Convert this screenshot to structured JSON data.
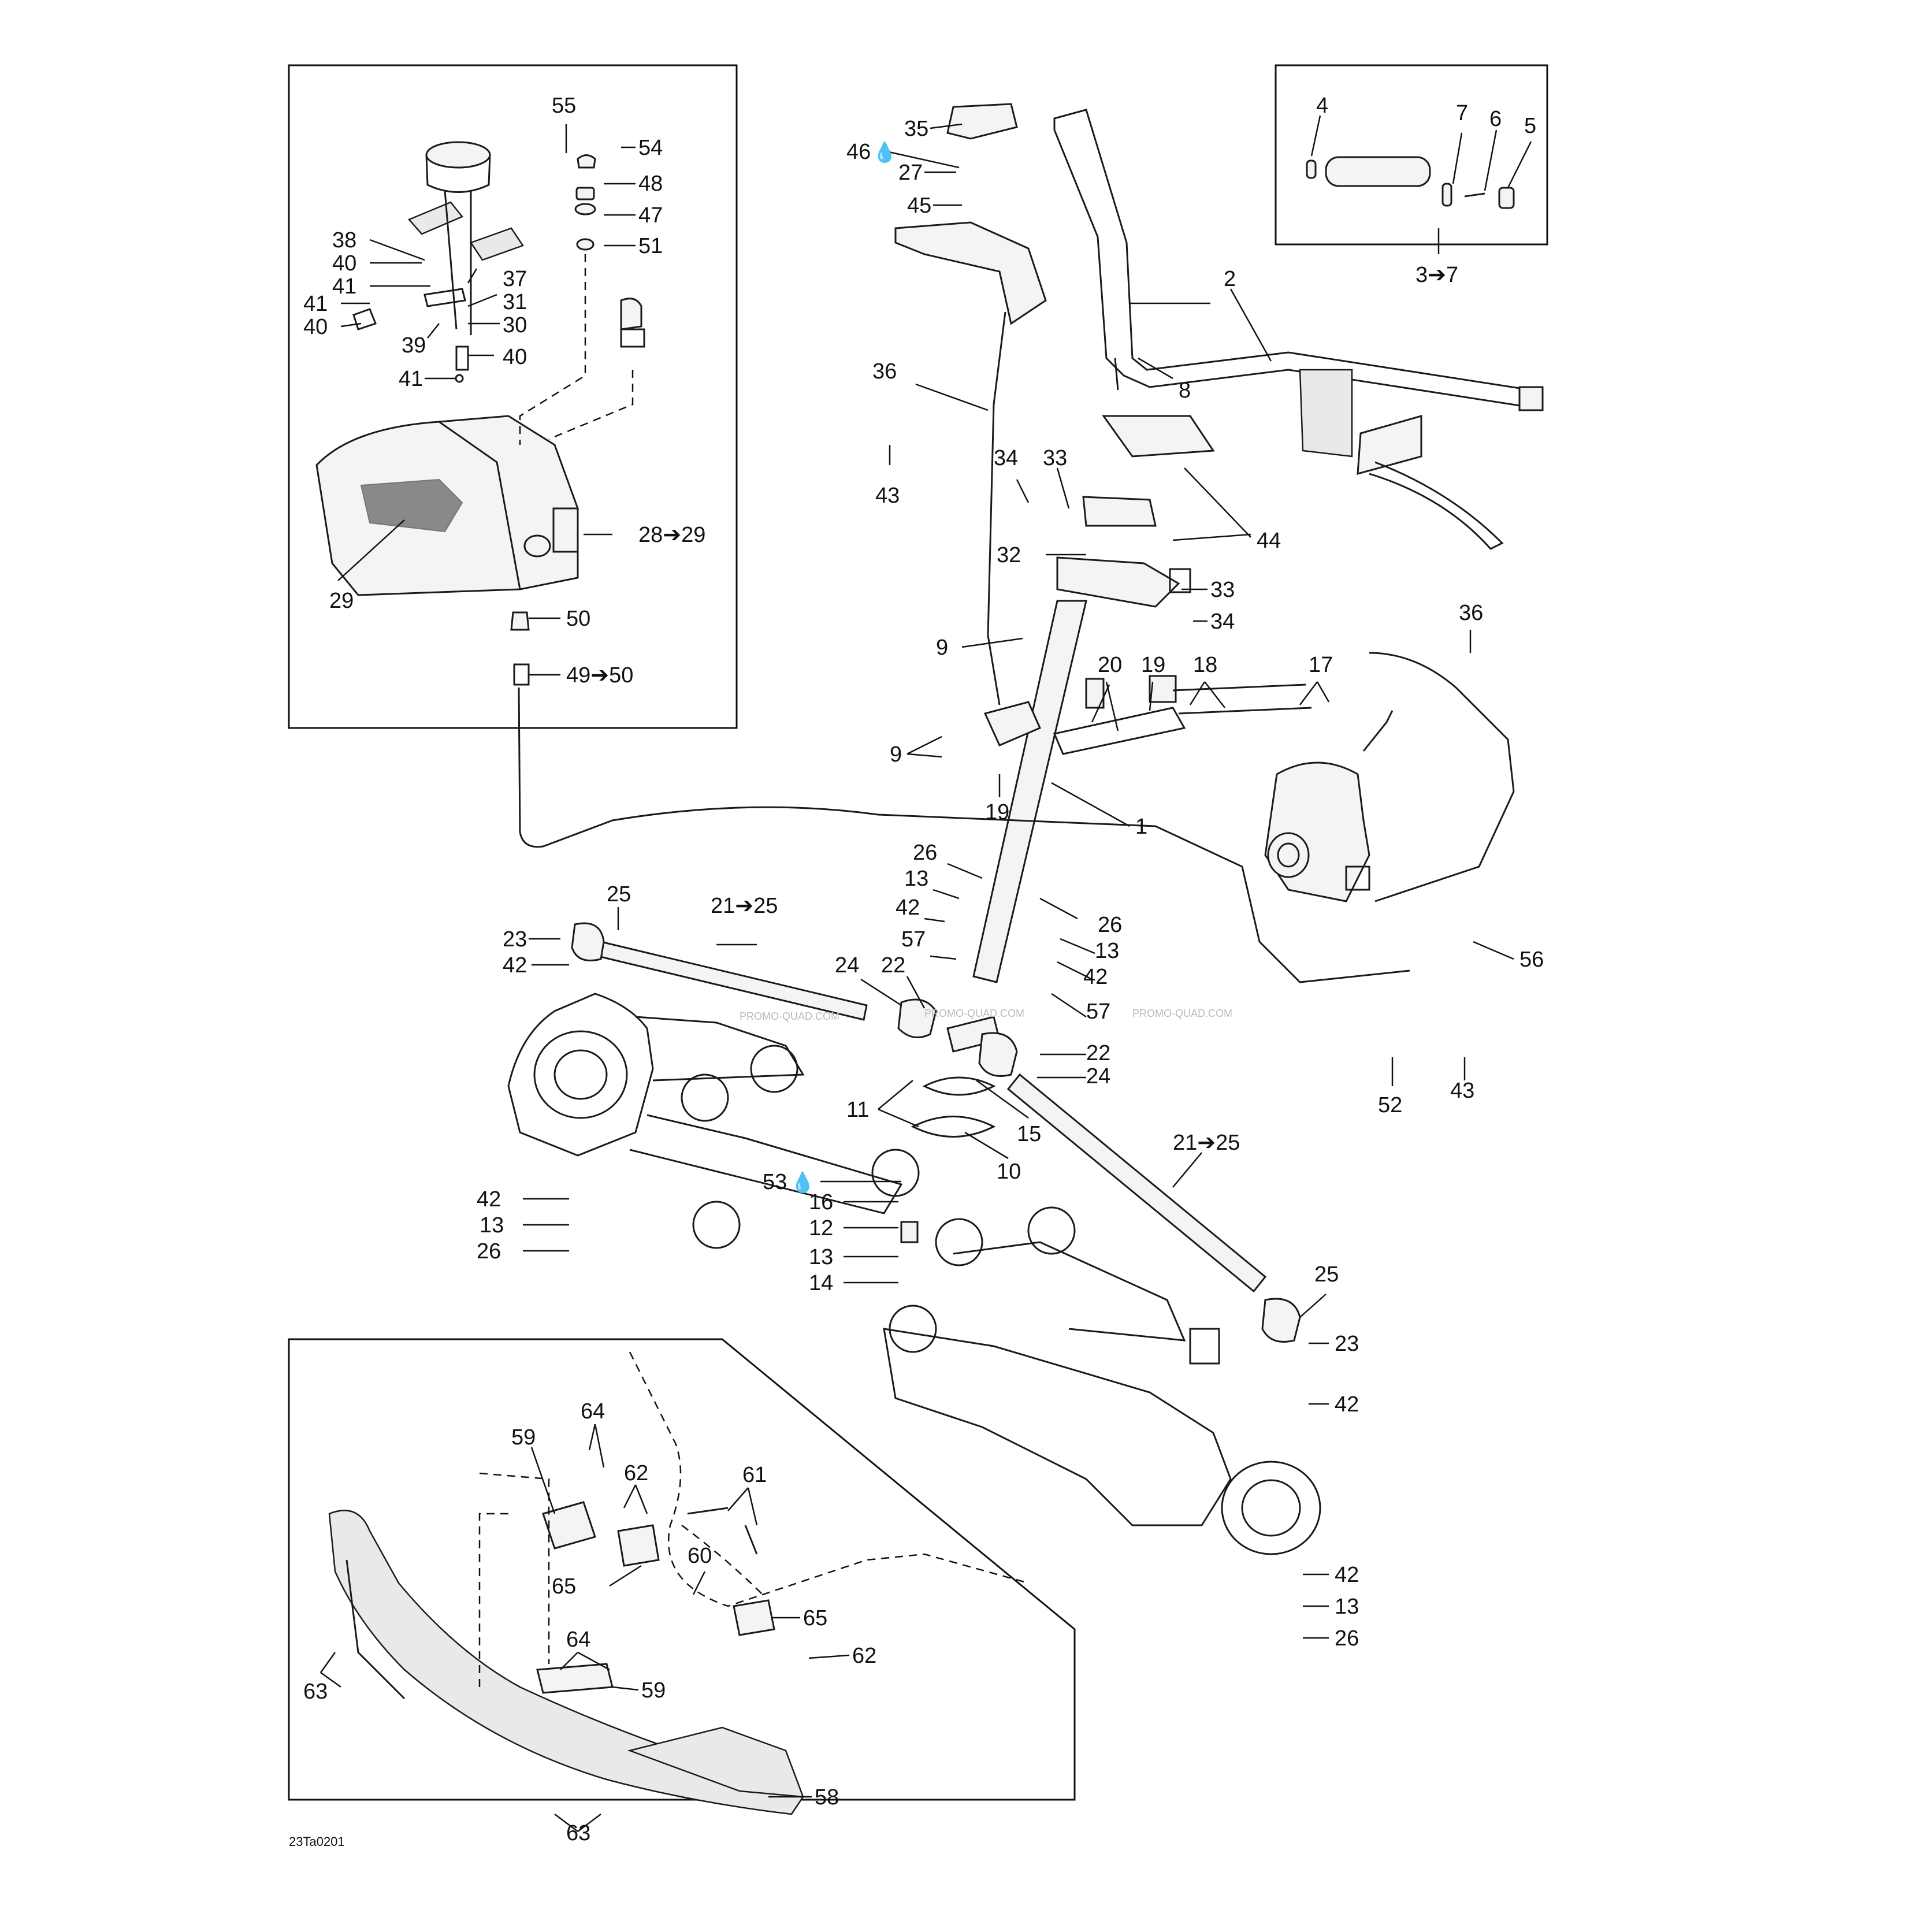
{
  "figure_code": "23Ta0201",
  "watermark": "PROMO-QUAD.COM",
  "callouts": {
    "c55": "55",
    "c54": "54",
    "c48": "48",
    "c47": "47",
    "c51": "51",
    "c38": "38",
    "c40a": "40",
    "c41a": "41",
    "c41b": "41",
    "c40b": "40",
    "c37": "37",
    "c31": "31",
    "c39": "39",
    "c30": "30",
    "c40c": "40",
    "c41c": "41",
    "c28_29": "28➔29",
    "c29": "29",
    "c50": "50",
    "c49_50": "49➔50",
    "c35": "35",
    "c46": "46",
    "c27": "27",
    "c45": "45",
    "c4": "4",
    "c7": "7",
    "c6": "6",
    "c5": "5",
    "c3_7": "3➔7",
    "c2": "2",
    "c8": "8",
    "c36a": "36",
    "c43a": "43",
    "c34a": "34",
    "c33a": "33",
    "c44": "44",
    "c32": "32",
    "c33b": "33",
    "c34b": "34",
    "c9a": "9",
    "c20": "20",
    "c19a": "19",
    "c18": "18",
    "c17": "17",
    "c36b": "36",
    "c9b": "9",
    "c19b": "19",
    "c1": "1",
    "c25a": "25",
    "c21_25a": "21➔25",
    "c26a": "26",
    "c13a": "13",
    "c42a": "42",
    "c57a": "57",
    "c23a": "23",
    "c42b": "42",
    "c24a": "24",
    "c22a": "22",
    "c26b": "26",
    "c13b": "13",
    "c42c": "42",
    "c57b": "57",
    "c22b": "22",
    "c24b": "24",
    "c56": "56",
    "c52": "52",
    "c43b": "43",
    "c11": "11",
    "c15": "15",
    "c10": "10",
    "c21_25b": "21➔25",
    "c53": "53",
    "c16": "16",
    "c12": "12",
    "c13c": "13",
    "c14": "14",
    "c42d": "42",
    "c13d": "13",
    "c26c": "26",
    "c25b": "25",
    "c23b": "23",
    "c42e": "42",
    "c42f": "42",
    "c13e": "13",
    "c26d": "26",
    "c64a": "64",
    "c59a": "59",
    "c62a": "62",
    "c61": "61",
    "c60": "60",
    "c65a": "65",
    "c64b": "64",
    "c65b": "65",
    "c62b": "62",
    "c63a": "63",
    "c59b": "59",
    "c58": "58",
    "c63b": "63"
  }
}
